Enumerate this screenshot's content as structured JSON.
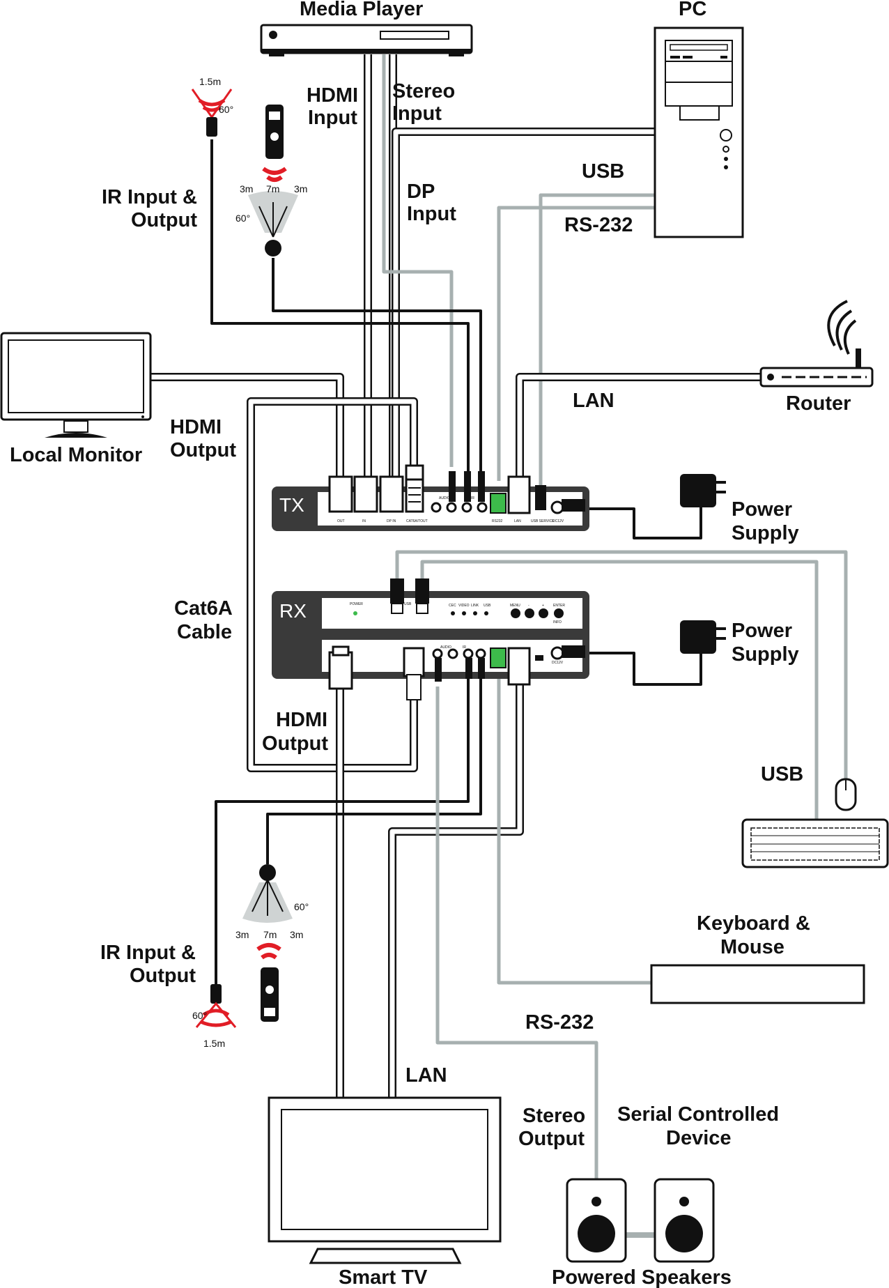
{
  "labels": {
    "media_player": "Media Player",
    "pc": "PC",
    "hdmi_input_1": "HDMI",
    "hdmi_input_2": "Input",
    "stereo_input_1": "Stereo",
    "stereo_input_2": "Input",
    "dp_input_1": "DP",
    "dp_input_2": "Input",
    "usb_top": "USB",
    "rs232_top": "RS-232",
    "ir_top_1": "IR Input &",
    "ir_top_2": "Output",
    "local_monitor": "Local Monitor",
    "hdmi_output_top_1": "HDMI",
    "hdmi_output_top_2": "Output",
    "lan_top": "LAN",
    "router": "Router",
    "power_supply_tx_1": "Power",
    "power_supply_tx_2": "Supply",
    "power_supply_rx_1": "Power",
    "power_supply_rx_2": "Supply",
    "cat6a_1": "Cat6A",
    "cat6a_2": "Cable",
    "hdmi_output_bottom_1": "HDMI",
    "hdmi_output_bottom_2": "Output",
    "usb_bottom": "USB",
    "keyboard_mouse_1": "Keyboard &",
    "keyboard_mouse_2": "Mouse",
    "ir_bottom_1": "IR Input &",
    "ir_bottom_2": "Output",
    "rs232_bottom": "RS-232",
    "lan_bottom": "LAN",
    "stereo_output_1": "Stereo",
    "stereo_output_2": "Output",
    "serial_device_1": "Serial Controlled",
    "serial_device_2": "Device",
    "smart_tv": "Smart TV",
    "powered_speakers": "Powered Speakers"
  },
  "devices": {
    "tx_badge": "TX",
    "rx_badge": "RX"
  },
  "ir_ranges": {
    "range_short": "1.5m",
    "angle": "60°",
    "side_range": "3m",
    "center_range": "7m"
  },
  "port_labels": {
    "tx": [
      "OUT",
      "IN",
      "DP IN",
      "CAT6A/TOUT",
      "AUDIO",
      "IR",
      "RS232",
      "LAN",
      "USB SERVICE",
      "DC12V"
    ],
    "rx": [
      "POWER",
      "USB",
      "CEC",
      "VIDEO",
      "LINK",
      "USB",
      "MENU",
      "-",
      "+",
      "ENTER",
      "INFO",
      "AUDIO",
      "IR",
      "DC12V"
    ]
  },
  "colors": {
    "cable_black": "#111111",
    "cable_grey": "#a7b0b0",
    "device_panel": "#3a3a3a",
    "ir_red": "#e11d26",
    "terminal_green": "#3dbb4b"
  }
}
